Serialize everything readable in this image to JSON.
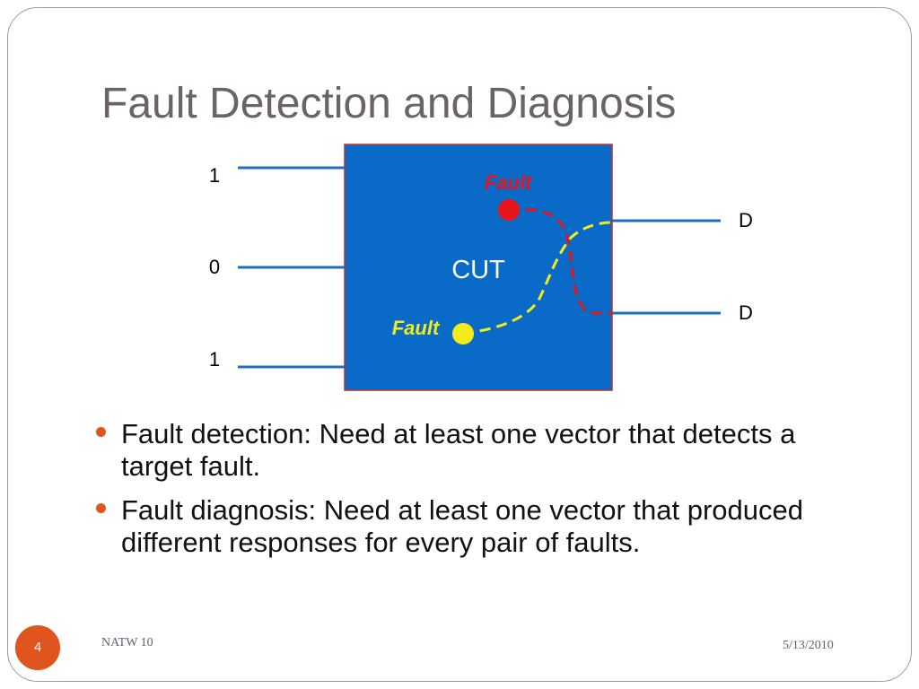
{
  "slide": {
    "title": "Fault Detection and Diagnosis",
    "page_number": "4",
    "footer_left": "NATW 10",
    "footer_right": "5/13/2010"
  },
  "diagram": {
    "box_label": "CUT",
    "inputs": [
      "1",
      "0",
      "1"
    ],
    "outputs": [
      "D",
      "D"
    ],
    "fault_red_label": "Fault",
    "fault_yellow_label": "Fault",
    "colors": {
      "box_fill": "#0a6ac8",
      "wire": "#1a6fc0",
      "fault_red": "#e8141c",
      "fault_yellow": "#f2ec1a",
      "accent": "#e0541d"
    }
  },
  "bullets": [
    "Fault detection: Need at least one vector that detects a target fault.",
    "Fault diagnosis: Need at least one vector that produced different responses for every pair of faults."
  ]
}
